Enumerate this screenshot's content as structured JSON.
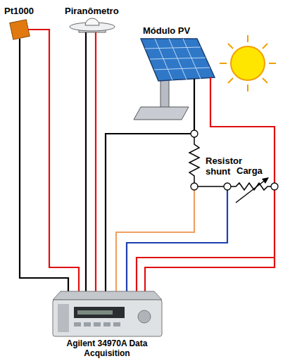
{
  "diagram": {
    "labels": [
      "Pt1000",
      "Piranômetro",
      "Módulo PV",
      "Resistor shunt",
      "Carga",
      "Agilent 34970A Data Acquisition"
    ]
  }
}
